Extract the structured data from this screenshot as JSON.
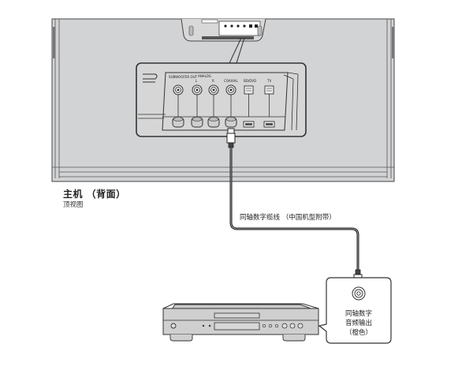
{
  "main_unit": {
    "title": "主机 （背面）",
    "subtitle": "顶视图",
    "ports": [
      {
        "id": "subwoofer-out",
        "label": "SUBWOOFER OUT"
      },
      {
        "id": "analog-l",
        "label": "L"
      },
      {
        "id": "analog-r",
        "label": "R"
      },
      {
        "id": "coaxial",
        "label": "COAXIAL"
      },
      {
        "id": "bd-dvd",
        "label": "BD/DVD"
      },
      {
        "id": "tv",
        "label": "TV"
      }
    ],
    "analog_group_label": "ANALOG"
  },
  "cable": {
    "label": "同轴数字缆线 （中国机型附带）"
  },
  "callout": {
    "lines": [
      "同轴数字",
      "音频输出",
      "（橙色）"
    ]
  },
  "colors": {
    "body_fill": "#d2d3d5",
    "outline": "#3a3a3a",
    "cable": "#2a2a2a",
    "background": "#ffffff"
  }
}
